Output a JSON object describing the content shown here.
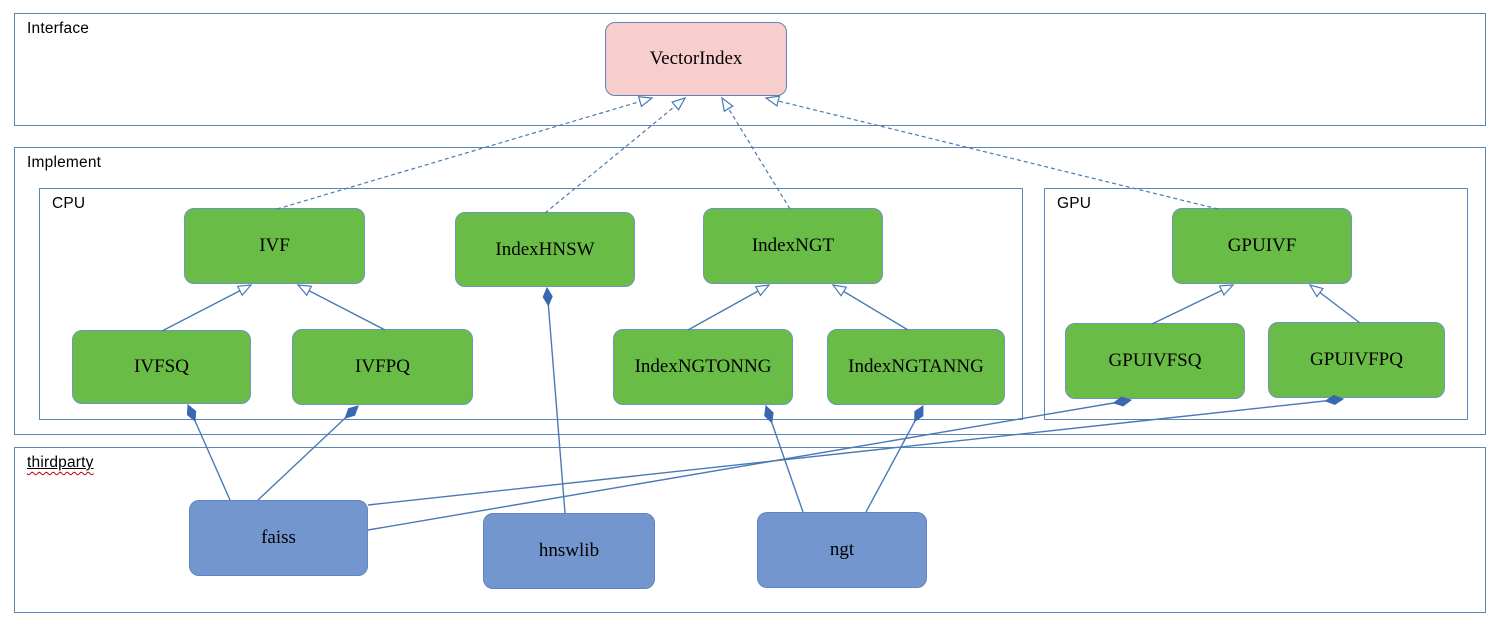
{
  "sections": {
    "interface": {
      "label": "Interface"
    },
    "implement": {
      "label": "Implement",
      "cpu": {
        "label": "CPU"
      },
      "gpu": {
        "label": "GPU"
      }
    },
    "thirdparty": {
      "label": "thirdparty"
    }
  },
  "nodes": {
    "vectorindex": {
      "label": "VectorIndex",
      "layer": "interface"
    },
    "ivf": {
      "label": "IVF",
      "layer": "implement-cpu"
    },
    "indexhnsw": {
      "label": "IndexHNSW",
      "layer": "implement-cpu"
    },
    "indexngt": {
      "label": "IndexNGT",
      "layer": "implement-cpu"
    },
    "gpuivf": {
      "label": "GPUIVF",
      "layer": "implement-gpu"
    },
    "ivfsq": {
      "label": "IVFSQ",
      "layer": "implement-cpu"
    },
    "ivfpq": {
      "label": "IVFPQ",
      "layer": "implement-cpu"
    },
    "indexngtonng": {
      "label": "IndexNGTONNG",
      "layer": "implement-cpu"
    },
    "indexngtanng": {
      "label": "IndexNGTANNG",
      "layer": "implement-cpu"
    },
    "gpuivfsq": {
      "label": "GPUIVFSQ",
      "layer": "implement-gpu"
    },
    "gpuivfpq": {
      "label": "GPUIVFPQ",
      "layer": "implement-gpu"
    },
    "faiss": {
      "label": "faiss",
      "layer": "thirdparty"
    },
    "hnswlib": {
      "label": "hnswlib",
      "layer": "thirdparty"
    },
    "ngt": {
      "label": "ngt",
      "layer": "thirdparty"
    }
  },
  "edges": [
    {
      "from": "IVF",
      "to": "VectorIndex",
      "type": "realization (dashed, hollow arrowhead)"
    },
    {
      "from": "IndexHNSW",
      "to": "VectorIndex",
      "type": "realization (dashed, hollow arrowhead)"
    },
    {
      "from": "IndexNGT",
      "to": "VectorIndex",
      "type": "realization (dashed, hollow arrowhead)"
    },
    {
      "from": "GPUIVF",
      "to": "VectorIndex",
      "type": "realization (dashed, hollow arrowhead)"
    },
    {
      "from": "IVFSQ",
      "to": "IVF",
      "type": "inheritance (hollow arrowhead)"
    },
    {
      "from": "IVFPQ",
      "to": "IVF",
      "type": "inheritance (hollow arrowhead)"
    },
    {
      "from": "IndexNGTONNG",
      "to": "IndexNGT",
      "type": "inheritance (hollow arrowhead)"
    },
    {
      "from": "IndexNGTANNG",
      "to": "IndexNGT",
      "type": "inheritance (hollow arrowhead)"
    },
    {
      "from": "GPUIVFSQ",
      "to": "GPUIVF",
      "type": "inheritance (hollow arrowhead)"
    },
    {
      "from": "GPUIVFPQ",
      "to": "GPUIVF",
      "type": "inheritance (hollow arrowhead)"
    },
    {
      "from": "faiss",
      "to": "IVFSQ",
      "type": "composition (filled diamond)"
    },
    {
      "from": "faiss",
      "to": "IVFPQ",
      "type": "composition (filled diamond)"
    },
    {
      "from": "faiss",
      "to": "GPUIVFSQ",
      "type": "composition (filled diamond)"
    },
    {
      "from": "faiss",
      "to": "GPUIVFPQ",
      "type": "composition (filled diamond)"
    },
    {
      "from": "hnswlib",
      "to": "IndexHNSW",
      "type": "composition (filled diamond)"
    },
    {
      "from": "ngt",
      "to": "IndexNGTONNG",
      "type": "composition (filled diamond)"
    },
    {
      "from": "ngt",
      "to": "IndexNGTANNG",
      "type": "composition (filled diamond)"
    }
  ],
  "colors": {
    "interface_node_fill": "#f8cecc",
    "implement_node_fill": "#69bc45",
    "thirdparty_node_fill": "#7296cd",
    "node_border": "#6f93c4",
    "section_border": "#5b87b5",
    "connector_line": "#4a79b5",
    "diamond_fill": "#3a68b0",
    "label_color": "#000000",
    "spellcheck_squiggle": "#c00000",
    "background": "#ffffff"
  }
}
